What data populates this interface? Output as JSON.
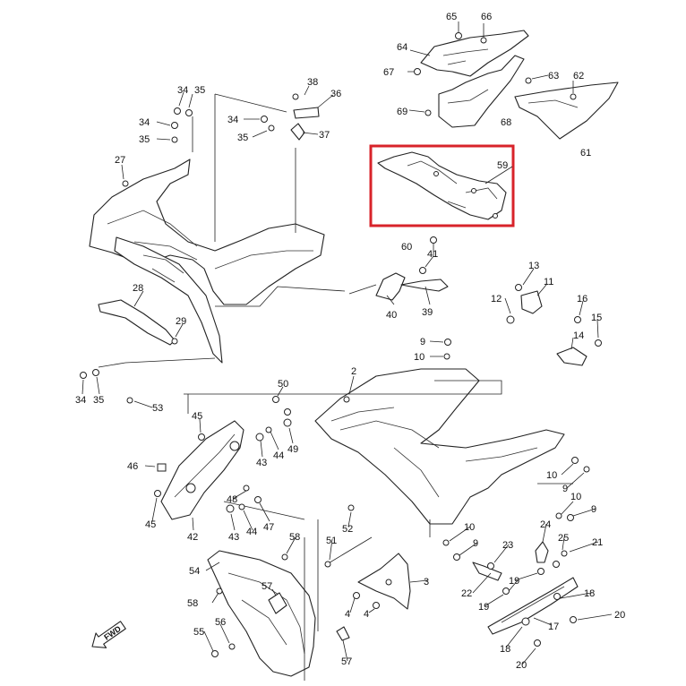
{
  "highlight_color": "#d8232a",
  "fwd_label": "FWD",
  "labels": [
    "65",
    "66",
    "64",
    "67",
    "63",
    "62",
    "69",
    "68",
    "61",
    "38",
    "36",
    "34",
    "35",
    "34",
    "35",
    "34",
    "35",
    "37",
    "27",
    "59",
    "60",
    "41",
    "13",
    "11",
    "12",
    "16",
    "15",
    "14",
    "28",
    "29",
    "40",
    "39",
    "9",
    "10",
    "34",
    "35",
    "53",
    "2",
    "50",
    "45",
    "49",
    "43",
    "44",
    "46",
    "10",
    "9",
    "48",
    "47",
    "45",
    "42",
    "43",
    "44",
    "10",
    "9",
    "52",
    "10",
    "9",
    "24",
    "25",
    "21",
    "58",
    "51",
    "23",
    "3",
    "22",
    "19",
    "54",
    "57",
    "58",
    "19",
    "18",
    "17",
    "4",
    "4",
    "56",
    "55",
    "20",
    "18",
    "57",
    "20"
  ]
}
